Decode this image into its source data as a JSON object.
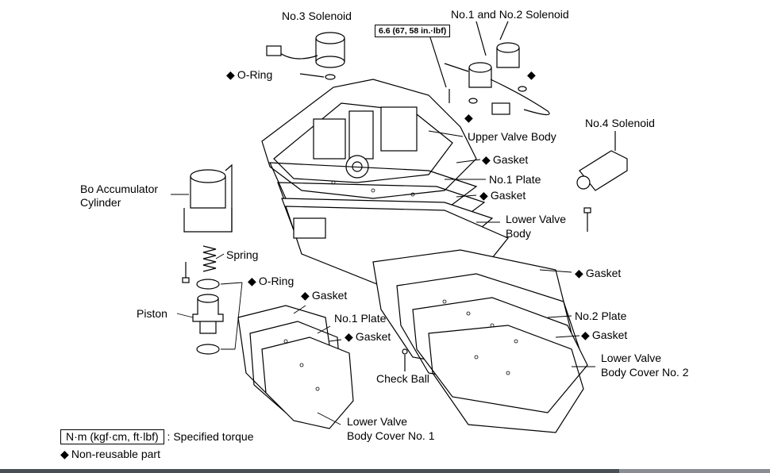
{
  "labels": {
    "no3_solenoid": "No.3 Solenoid",
    "no1_no2_solenoid": "No.1 and No.2 Solenoid",
    "torque_spec": "6.6 (67, 58 in.·lbf)",
    "oring_top": "O-Ring",
    "upper_valve_body": "Upper Valve Body",
    "no4_solenoid": "No.4 Solenoid",
    "gasket_1": "Gasket",
    "no1_plate_upper": "No.1 Plate",
    "gasket_2": "Gasket",
    "lower_valve_body_line1": "Lower Valve",
    "lower_valve_body_line2": "Body",
    "bo_accumulator_line1": "Bo Accumulator",
    "bo_accumulator_line2": "Cylinder",
    "spring": "Spring",
    "oring_piston": "O-Ring",
    "piston": "Piston",
    "gasket_3": "Gasket",
    "no1_plate_lower": "No.1 Plate",
    "gasket_4": "Gasket",
    "check_ball": "Check Ball",
    "gasket_right": "Gasket",
    "no2_plate": "No.2 Plate",
    "gasket_right_2": "Gasket",
    "lower_cover2_line1": "Lower Valve",
    "lower_cover2_line2": "Body Cover No. 2",
    "lower_cover1_line1": "Lower Valve",
    "lower_cover1_line2": "Body Cover No. 1"
  },
  "legend": {
    "torque_box": "N·m (kgf·cm, ft·lbf)",
    "torque_desc": ": Specified torque",
    "nonreusable": "Non-reusable part",
    "diamond_symbol": "◆"
  },
  "colors": {
    "line": "#000000",
    "footer_bar": "#4a4f55"
  }
}
